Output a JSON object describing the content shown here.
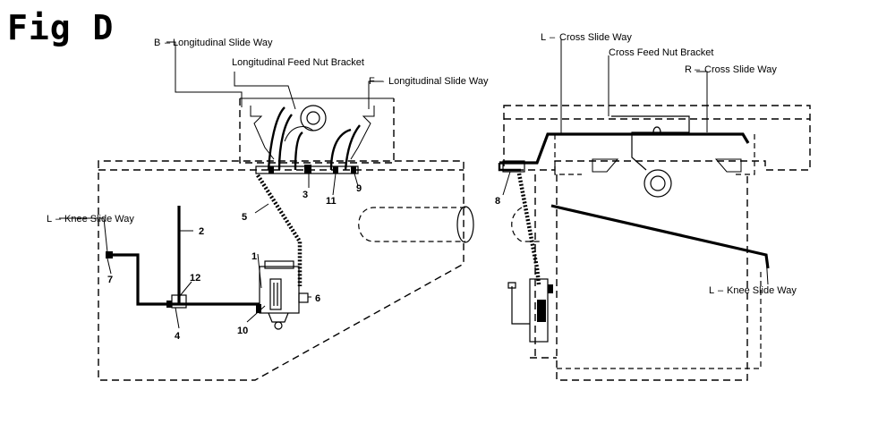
{
  "figure": {
    "title": "Fig D"
  },
  "left_view": {
    "labels": {
      "b": "B",
      "b_name": "Longitudinal Slide Way",
      "feed_nut": "Longitudinal Feed Nut Bracket",
      "f": "F",
      "f_name": "Longitudinal Slide Way",
      "l": "L",
      "l_name": "Knee Slide Way"
    },
    "parts": {
      "p1": "1",
      "p2": "2",
      "p3": "3",
      "p4": "4",
      "p5": "5",
      "p6": "6",
      "p7": "7",
      "p9": "9",
      "p10": "10",
      "p11": "11",
      "p12": "12"
    }
  },
  "right_view": {
    "labels": {
      "l": "L",
      "l_name": "Cross Slide Way",
      "feed_nut": "Cross Feed Nut Bracket",
      "r": "R",
      "r_name": "Cross Slide Way",
      "knee_l": "L",
      "knee_name": "Knee Slide Way"
    },
    "parts": {
      "p8": "8"
    }
  }
}
